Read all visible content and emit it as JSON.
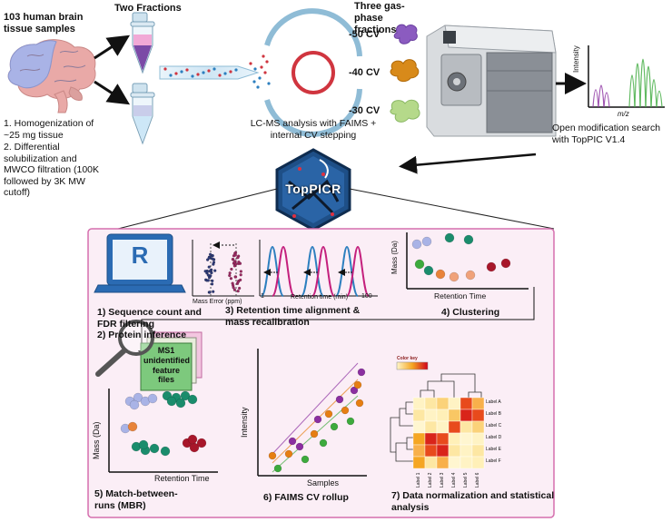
{
  "top": {
    "samples_title": "103 human brain tissue samples",
    "fractions_title": "Two Fractions",
    "gas_phase_title": "Three gas-phase fractions",
    "cv_labels": [
      "-50 CV",
      "-40 CV",
      "-30 CV"
    ],
    "steps": [
      "1. Homogenization of ~25 mg tissue",
      "2. Differential solubilization and MWCO filtration (100K followed by 3K  MW cutoff)"
    ],
    "lcms_caption": "LC-MS analysis with FAIMS + internal CV stepping",
    "spectrum_ylabel": "Intensity",
    "spectrum_xlabel": "m/z",
    "search_caption": "Open modification search with TopPIC V1.4",
    "logo_text": "TopPICR"
  },
  "panel": {
    "step1_label": "1) Sequence count and FDR filtering\n2) Protein inference",
    "r_logo": "R",
    "mass_error_label": "Mass Error (ppm)",
    "rt_label": "Retention time (min)",
    "rt_tick_low": "1",
    "rt_tick_high": "100",
    "step3_label": "3) Retention time alignment & mass recalibration",
    "cluster_ylabel": "Mass (Da)",
    "cluster_xlabel": "Retention Time",
    "step4_label": "4) Clustering",
    "ms1_label": "MS1 unidentified feature files",
    "mbr_ylabel": "Mass (Da)",
    "mbr_xlabel": "Retention Time",
    "step5_label": "5) Match-between-runs (MBR)",
    "rollup_ylabel": "Intensity",
    "rollup_xlabel": "Samples",
    "step6_label": "6) FAIMS CV rollup",
    "color_key": "Color key",
    "heat_row_labels": [
      "Label A",
      "Label B",
      "Label C",
      "Label D",
      "Label E",
      "Label F"
    ],
    "heat_col_labels": [
      "Label 1",
      "Label 2",
      "Label 3",
      "Label 4",
      "Label 5",
      "Label 6"
    ],
    "step7_label": "7) Data normalization and statistical analysis"
  },
  "colors": {
    "panel_fill": "#fbeef6",
    "panel_border": "#d56fae",
    "purple": "#8b2fa0",
    "orange": "#e67e12",
    "green": "#3daa3d",
    "lavender": "#a9b3e6",
    "teal": "#1a8c6c",
    "crimson": "#a8162a",
    "blue": "#2d7fbf",
    "magenta": "#c4207d"
  }
}
